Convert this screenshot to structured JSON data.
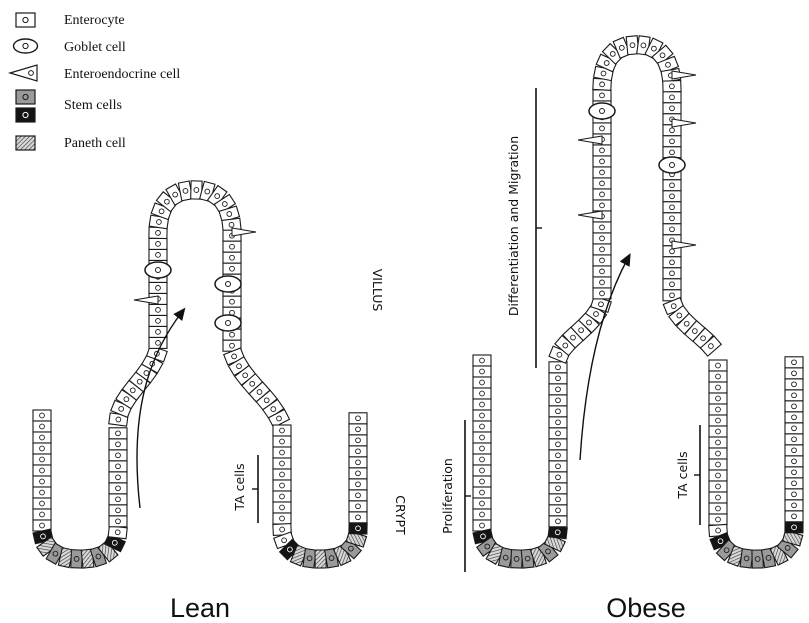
{
  "legend": {
    "enterocyte": "Enterocyte",
    "goblet_cell": "Goblet cell",
    "enteroendocrine_cell": "Enteroendocrine cell",
    "stem_cells": "Stem cells",
    "paneth_cell": "Paneth cell"
  },
  "lean": {
    "title": "Lean",
    "villus_label": "VILLUS",
    "crypt_label": "CRYPT",
    "ta_label": "TA cells"
  },
  "obese": {
    "title": "Obese",
    "diff_label": "Differentiation and Migration",
    "prolif_label": "Proliferation",
    "ta_label": "TA cells"
  },
  "colors": {
    "stroke": "#1a1a1a",
    "enterocyte_fill": "#ffffff",
    "stem_gray": "#9a9a9a",
    "stem_black": "#141414"
  }
}
